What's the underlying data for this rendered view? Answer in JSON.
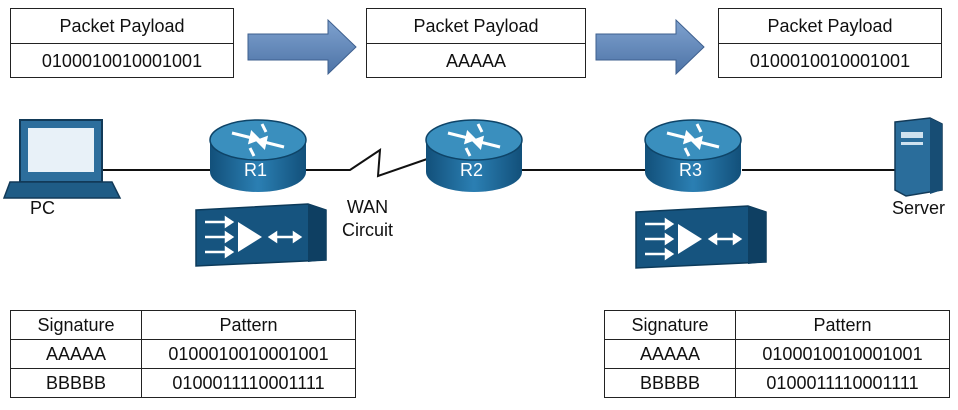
{
  "payloads": [
    {
      "header": "Packet Payload",
      "value": "0100010010001001"
    },
    {
      "header": "Packet Payload",
      "value": "AAAAA"
    },
    {
      "header": "Packet Payload",
      "value": "0100010010001001"
    }
  ],
  "devices": {
    "pc": "PC",
    "r1": "R1",
    "r2": "R2",
    "r3": "R3",
    "server": "Server",
    "wan_line1": "WAN",
    "wan_line2": "Circuit"
  },
  "tables": [
    {
      "headers": [
        "Signature",
        "Pattern"
      ],
      "rows": [
        [
          "AAAAA",
          "0100010010001001"
        ],
        [
          "BBBBB",
          "0100011110001111"
        ]
      ]
    },
    {
      "headers": [
        "Signature",
        "Pattern"
      ],
      "rows": [
        [
          "AAAAA",
          "0100010010001001"
        ],
        [
          "BBBBB",
          "0100011110001111"
        ]
      ]
    }
  ],
  "colors": {
    "router": "#1f6a96",
    "router_top": "#3a8fbe",
    "arrow": "#5f86b8",
    "appliance": "#1f6a96"
  }
}
